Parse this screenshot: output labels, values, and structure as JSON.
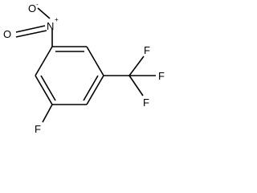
{
  "molecule": {
    "atoms": {
      "nitrogen": {
        "symbol": "N",
        "charge": "+"
      },
      "oxygen_top": {
        "symbol": "O",
        "charge": "-"
      },
      "oxygen_double": {
        "symbol": "O"
      },
      "fluorine_ring": {
        "symbol": "F"
      },
      "cf3_fluorine_top": {
        "symbol": "F"
      },
      "cf3_fluorine_right": {
        "symbol": "F"
      },
      "cf3_fluorine_bottom": {
        "symbol": "F"
      }
    }
  },
  "colors": {
    "bond": "#000000",
    "label": "#000000",
    "background": "#ffffff"
  }
}
